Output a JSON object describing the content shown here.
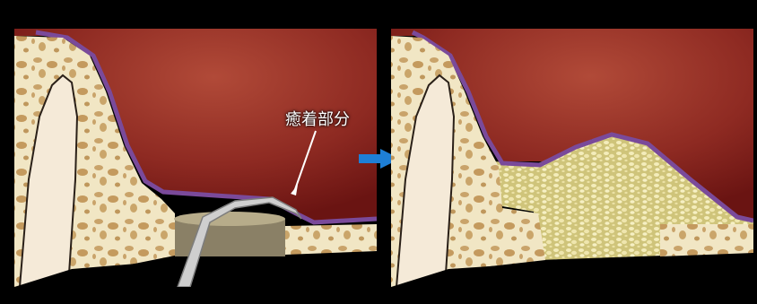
{
  "annotation": {
    "text": "癒着部分"
  },
  "colors": {
    "background": "#000000",
    "membrane_dark": "#6e1512",
    "membrane_light": "#b04a38",
    "membrane_edge": "#7a4a9a",
    "bone_base": "#f1e6c4",
    "bone_pores": "#caa56a",
    "graft_base": "#d8cf88",
    "graft_particles": "#f3ecb8",
    "implant": "#8a8066",
    "instrument": "#c8c8c8",
    "arrow": "#1e7fd6"
  },
  "panels": [
    {
      "name": "before-adhesion",
      "description_shown": false
    },
    {
      "name": "after-graft",
      "description_shown": false
    }
  ]
}
